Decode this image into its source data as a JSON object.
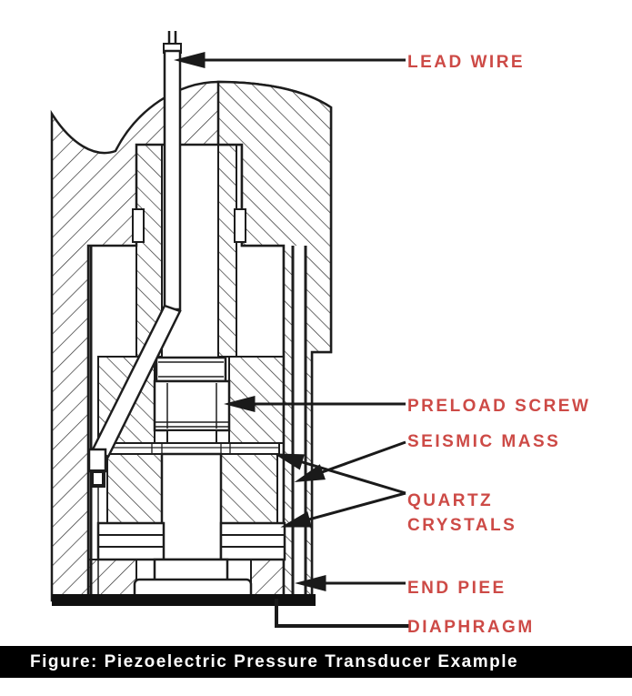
{
  "figure": {
    "caption": "Figure: Piezoelectric Pressure Transducer Example",
    "labels": {
      "lead_wire": "LEAD WIRE",
      "preload_screw": "PRELOAD SCREW",
      "seismic_mass": "SEISMIC MASS",
      "quartz_line1": "QUARTZ",
      "quartz_line2": "CRYSTALS",
      "end_piece": "END PIEE",
      "diaphragm": "DIAPHRAGM"
    },
    "colors": {
      "label_red": "#cd4a46",
      "line_black": "#1d1d1d",
      "caption_bg": "#000000",
      "caption_text": "#ffffff",
      "background": "#ffffff"
    }
  }
}
